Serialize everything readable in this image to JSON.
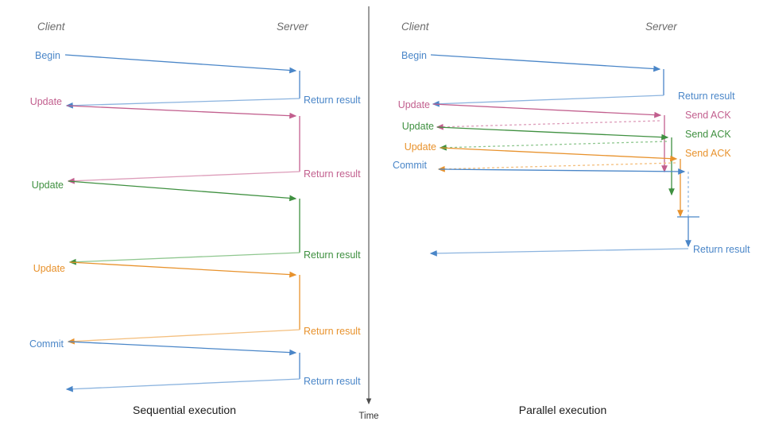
{
  "palette": {
    "blue": "#4a86c8",
    "blue_light": "#8cb4df",
    "pink": "#c25f8e",
    "pink_light": "#dd9dba",
    "green": "#3f9040",
    "green_light": "#8fc78f",
    "orange": "#e8922c",
    "orange_light": "#f4bf7e",
    "axis_gray": "#4d4d4d",
    "header_gray": "#6b6b6b",
    "caption_black": "#1a1a1a"
  },
  "divider": {
    "time_label": "Time"
  },
  "panels": [
    {
      "id": "sequential",
      "caption": "Sequential execution",
      "client_header": "Client",
      "server_header": "Server",
      "client_labels": [
        {
          "text": "Begin",
          "color_key": "blue"
        },
        {
          "text": "Update",
          "color_key": "pink"
        },
        {
          "text": "Update",
          "color_key": "green"
        },
        {
          "text": "Update",
          "color_key": "orange"
        },
        {
          "text": "Commit",
          "color_key": "blue"
        }
      ],
      "server_labels": [
        {
          "text": "Return result",
          "color_key": "blue"
        },
        {
          "text": "Return result",
          "color_key": "pink"
        },
        {
          "text": "Return result",
          "color_key": "green"
        },
        {
          "text": "Return result",
          "color_key": "orange"
        },
        {
          "text": "Return result",
          "color_key": "blue"
        }
      ]
    },
    {
      "id": "parallel",
      "caption": "Parallel execution",
      "client_header": "Client",
      "server_header": "Server",
      "client_labels": [
        {
          "text": "Begin",
          "color_key": "blue"
        },
        {
          "text": "Update",
          "color_key": "pink"
        },
        {
          "text": "Update",
          "color_key": "green"
        },
        {
          "text": "Update",
          "color_key": "orange"
        },
        {
          "text": "Commit",
          "color_key": "blue"
        }
      ],
      "server_labels": [
        {
          "text": "Return result",
          "color_key": "blue"
        },
        {
          "text": "Send ACK",
          "color_key": "pink"
        },
        {
          "text": "Send ACK",
          "color_key": "green"
        },
        {
          "text": "Send ACK",
          "color_key": "orange"
        },
        {
          "text": "Return result",
          "color_key": "blue"
        }
      ]
    }
  ]
}
